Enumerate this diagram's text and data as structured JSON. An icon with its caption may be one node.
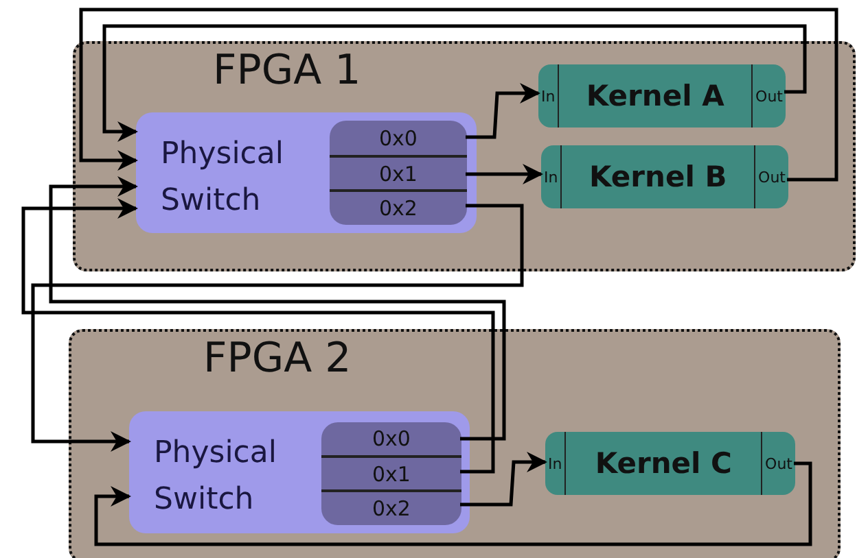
{
  "diagram": {
    "nodes": [
      {
        "text": [
          "FPGA 1"
        ]
      },
      {
        "text": [
          "Physical Switch"
        ],
        "in": 0
      },
      {
        "text": [
          "0x0"
        ],
        "in": 1
      },
      {
        "text": [
          "0x1"
        ],
        "in": 1
      },
      {
        "text": [
          "0x2"
        ],
        "in": 1
      },
      {
        "text": [
          "In",
          "Kernel A",
          "Out"
        ],
        "in": 0
      },
      {
        "text": [
          "In",
          "Kernel B",
          "Out"
        ],
        "in": 0
      },
      {
        "text": [
          "FPGA 2"
        ]
      },
      {
        "text": [
          "Physical Switch"
        ],
        "in": 7
      },
      {
        "text": [
          "0x0"
        ],
        "in": 8
      },
      {
        "text": [
          "0x1"
        ],
        "in": 8
      },
      {
        "text": [
          "0x2"
        ],
        "in": 8
      },
      {
        "text": [
          "In",
          "Kernel C",
          "Out"
        ],
        "in": 7
      }
    ],
    "edges": [
      {
        "from": 2,
        "to": 5,
        "arrow": "to"
      },
      {
        "from": 3,
        "to": 6,
        "arrow": "to"
      },
      {
        "from": 5,
        "to": 1,
        "arrow": "to"
      },
      {
        "from": 6,
        "to": 1,
        "arrow": "to"
      },
      {
        "from": 4,
        "to": 8,
        "arrow": "to"
      },
      {
        "from": 9,
        "to": 1,
        "arrow": "to"
      },
      {
        "from": 10,
        "to": 1,
        "arrow": "to"
      },
      {
        "from": 11,
        "to": 12,
        "arrow": "to"
      },
      {
        "from": 12,
        "to": 8,
        "arrow": "to"
      }
    ]
  }
}
